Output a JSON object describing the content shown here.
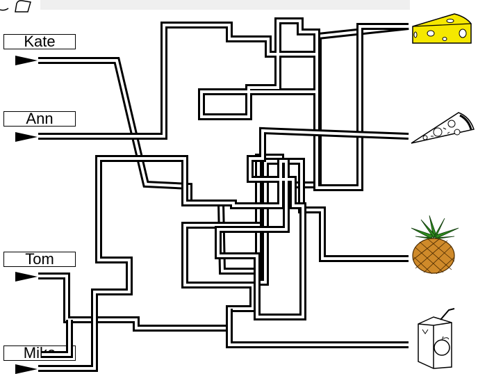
{
  "people": [
    "Kate",
    "Ann",
    "Tom",
    "Mike"
  ],
  "foods": [
    {
      "icon": "cheese-icon"
    },
    {
      "icon": "pizza-icon"
    },
    {
      "icon": "pineapple-icon"
    },
    {
      "icon": "juice-box-icon"
    }
  ],
  "colors": {
    "cheese": "#f5e800",
    "pineapple_fruit": "#cf8a2a",
    "pineapple_leaves": "#2f8a1e",
    "line": "#000000",
    "header_bar": "#efefef"
  }
}
